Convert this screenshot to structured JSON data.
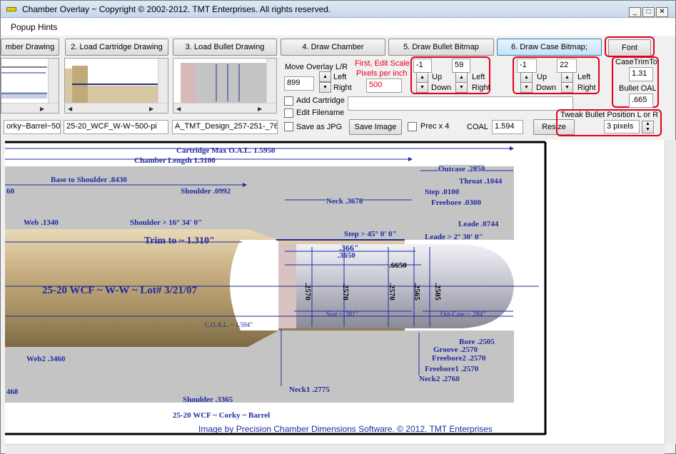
{
  "window": {
    "title": "Chamber Overlay ~ Copyright © 2002-2012. TMT Enterprises. All rights reserved."
  },
  "menu": {
    "popup_hints": "Popup Hints"
  },
  "tabs": [
    "mber Drawing",
    "2. Load Cartridge Drawing",
    "3. Load Bullet Drawing",
    "4. Draw Chamber",
    "5. Draw Bullet Bitmap",
    "6. Draw Case Bitmap;",
    "Font"
  ],
  "files": {
    "file1": "orky~Barrel~50",
    "file2": "25-20_WCF_W-W~500-pi",
    "file3": "A_TMT_Design_257-251-_76-"
  },
  "overlay": {
    "move_label": "Move Overlay L/R",
    "value": "899",
    "left": "Left",
    "right": "Right"
  },
  "scale": {
    "hint": "First, Edit Scale",
    "hint2": "Pixels per inch",
    "value": "500"
  },
  "nudge1": {
    "x": "-1",
    "y": "59",
    "up": "Up",
    "down": "Down",
    "left": "Left",
    "right": "Right"
  },
  "nudge2": {
    "x": "-1",
    "y": "22",
    "up": "Up",
    "down": "Down",
    "left": "Left",
    "right": "Right"
  },
  "case": {
    "trim_label": "CaseTrimTo",
    "trim_value": "1.31",
    "oal_label": "Bullet OAL",
    "oal_value": ".665"
  },
  "options": {
    "add_cartridge": "Add Cartridge",
    "edit_filename": "Edit Filename",
    "save_as": "Save as  JPG",
    "save_image": "Save Image",
    "prec": "Prec x 4",
    "coal_label": "COAL",
    "coal_value": "1.594",
    "resize": "Resize"
  },
  "tweak": {
    "label": "Tweak Bullet Position L or R",
    "value": "3 pixels"
  },
  "drawing": {
    "max_oal": "Cartridge Max O.A.L. 1.5950",
    "chamber_len": "Chamber Length 1.3100",
    "outcase": "Outcase .2850",
    "base_shoulder": "Base to Shoulder .8430",
    "throat": "Throat .1044",
    "val60": "60",
    "shoulder_dim": "Shoulder .0992",
    "neck_dim": "Neck .3678",
    "step": "Step .0100",
    "freebore": "Freebore .0300",
    "web": "Web .1340",
    "shoulder_angle": "Shoulder > 16° 34' 0\"",
    "leade": "Leade .0744",
    "step_angle": "Step > 45° 0' 0\"",
    "leade_angle": "Leade > 2° 30' 0\"",
    "trim": "Trim to ~ 1.310\"",
    "d366": ".366\"",
    "d3650": ".3650",
    "d6650": ".6650",
    "case_label": "25-20 WCF  ~  W-W  ~  Lot# 3/21/07",
    "d2570a": ".2570",
    "d2570b": ".2570",
    "d2570c": ".2570",
    "d2565": ".2565",
    "d2505": ".2505",
    "seat": "Seat ~ .381\"",
    "outcase2": "Out-Case ~ .284\"",
    "coal": "C.O.A.L. ~ 1.594\"",
    "bore": "Bore .2505",
    "groove": "Groove .2570",
    "freebore2": "Freebore2 .2570",
    "web2": "Web2 .3460",
    "freebore1": "Freebore1 .2570",
    "neck1": "Neck1 .2775",
    "neck2": "Neck2 .2760",
    "val468": "468",
    "shoulder2": "Shoulder .3365",
    "footer": "25-20 WCF ~ Corky ~ Barrel",
    "credit": "Image by Precision Chamber Dimensions Software. © 2012. TMT Enterprises"
  }
}
